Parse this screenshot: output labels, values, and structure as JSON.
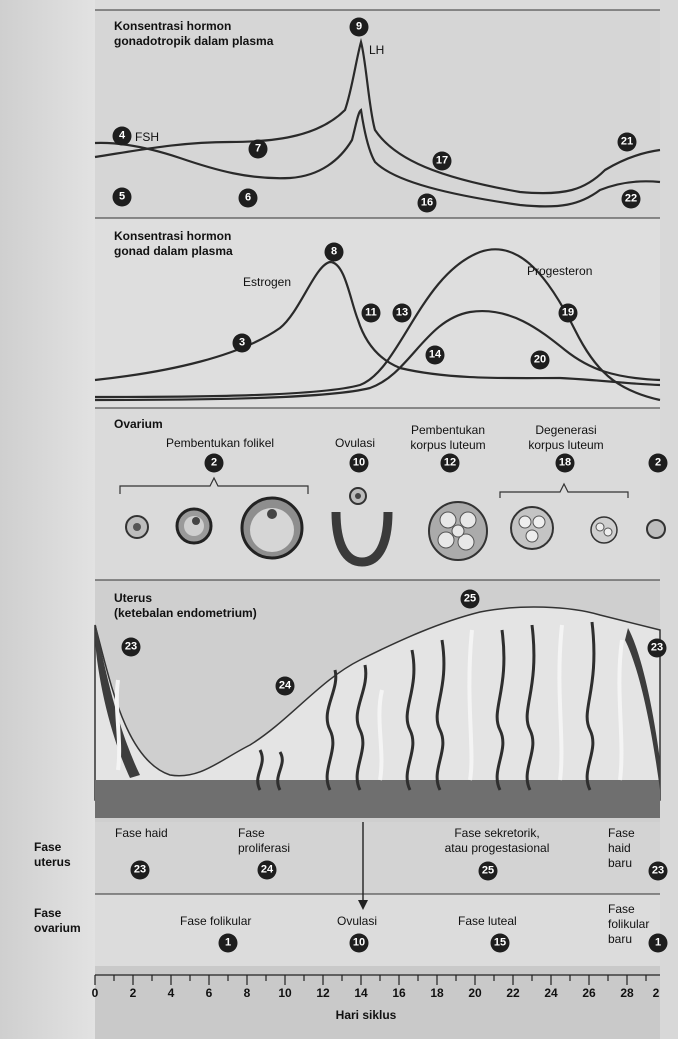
{
  "hormone_gonadotropic": {
    "title": "Konsentrasi hormon\ngonadotropik dalam plasma",
    "lh_label": "LH",
    "fsh_label": "FSH"
  },
  "hormone_gonad": {
    "title": "Konsentrasi hormon\ngonad dalam plasma",
    "estrogen_label": "Estrogen",
    "progesterone_label": "Progesteron"
  },
  "ovarium": {
    "title": "Ovarium",
    "follicle_formation": "Pembentukan folikel",
    "ovulation": "Ovulasi",
    "corpus_luteum_formation": "Pembentukan\nkorpus luteum",
    "corpus_luteum_degeneration": "Degenerasi\nkorpus luteum"
  },
  "uterus": {
    "title": "Uterus\n(ketebalan endometrium)"
  },
  "uterine_phase": {
    "row_label": "Fase\nuterus",
    "menstrual": "Fase haid",
    "proliferative": "Fase\nproliferasi",
    "secretory": "Fase sekretorik,\natau progestasional",
    "new_menstrual": "Fase\nhaid\nbaru"
  },
  "ovarian_phase": {
    "row_label": "Fase\novarium",
    "follicular": "Fase folikular",
    "ovulation": "Ovulasi",
    "luteal": "Fase luteal",
    "new_follicular": "Fase\nfolikular\nbaru"
  },
  "axis": {
    "title": "Hari siklus",
    "ticks": [
      "0",
      "2",
      "4",
      "6",
      "8",
      "10",
      "12",
      "14",
      "16",
      "18",
      "20",
      "22",
      "24",
      "26",
      "28",
      "2"
    ]
  },
  "badges": {
    "b1": "1",
    "b2": "2",
    "b3": "3",
    "b4": "4",
    "b5": "5",
    "b6": "6",
    "b7": "7",
    "b8": "8",
    "b9": "9",
    "b10": "10",
    "b11": "11",
    "b12": "12",
    "b13": "13",
    "b14": "14",
    "b15": "15",
    "b16": "16",
    "b17": "17",
    "b18": "18",
    "b19": "19",
    "b20": "20",
    "b21": "21",
    "b22": "22",
    "b23": "23",
    "b24": "24",
    "b25": "25"
  },
  "colors": {
    "panel_light": "#d9d9d9",
    "panel_uterus": "#cfcfcf",
    "curve": "#2a2a2a",
    "badge": "#1e1e1e"
  }
}
